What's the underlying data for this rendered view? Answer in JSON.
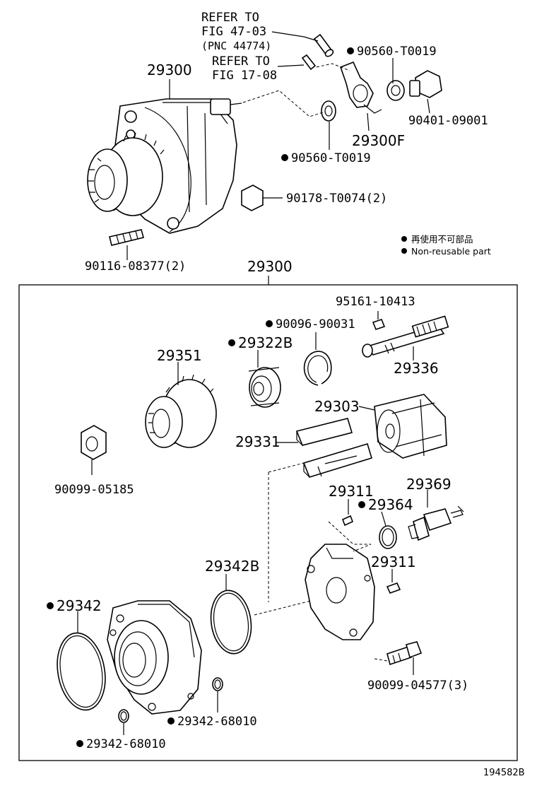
{
  "refs": {
    "ref1": [
      "REFER TO",
      "FIG 47-03",
      "(PNC 44774)"
    ],
    "ref2": [
      "REFER TO",
      "FIG 17-08"
    ]
  },
  "parts": {
    "p29300_top": "29300",
    "p90560_a": "90560-T0019",
    "p90401": "90401-09001",
    "p29300F": "29300F",
    "p90560_b": "90560-T0019",
    "p90178": "90178-T0074(2)",
    "p90116": "90116-08377(2)",
    "p29300_box": "29300",
    "p95161": "95161-10413",
    "p90096": "90096-90031",
    "p29322B": "29322B",
    "p29336": "29336",
    "p29351": "29351",
    "p29303": "29303",
    "p29331": "29331",
    "p90099_a": "90099-05185",
    "p29311_a": "29311",
    "p29369": "29369",
    "p29364": "29364",
    "p29342B": "29342B",
    "p29311_b": "29311",
    "p29342": "29342",
    "p90099_b": "90099-04577(3)",
    "p29342_68010_a": "29342-68010",
    "p29342_68010_b": "29342-68010"
  },
  "legend": {
    "jp": "再使用不可部品",
    "en": "Non-reusable part"
  },
  "figure_id": "194582B"
}
